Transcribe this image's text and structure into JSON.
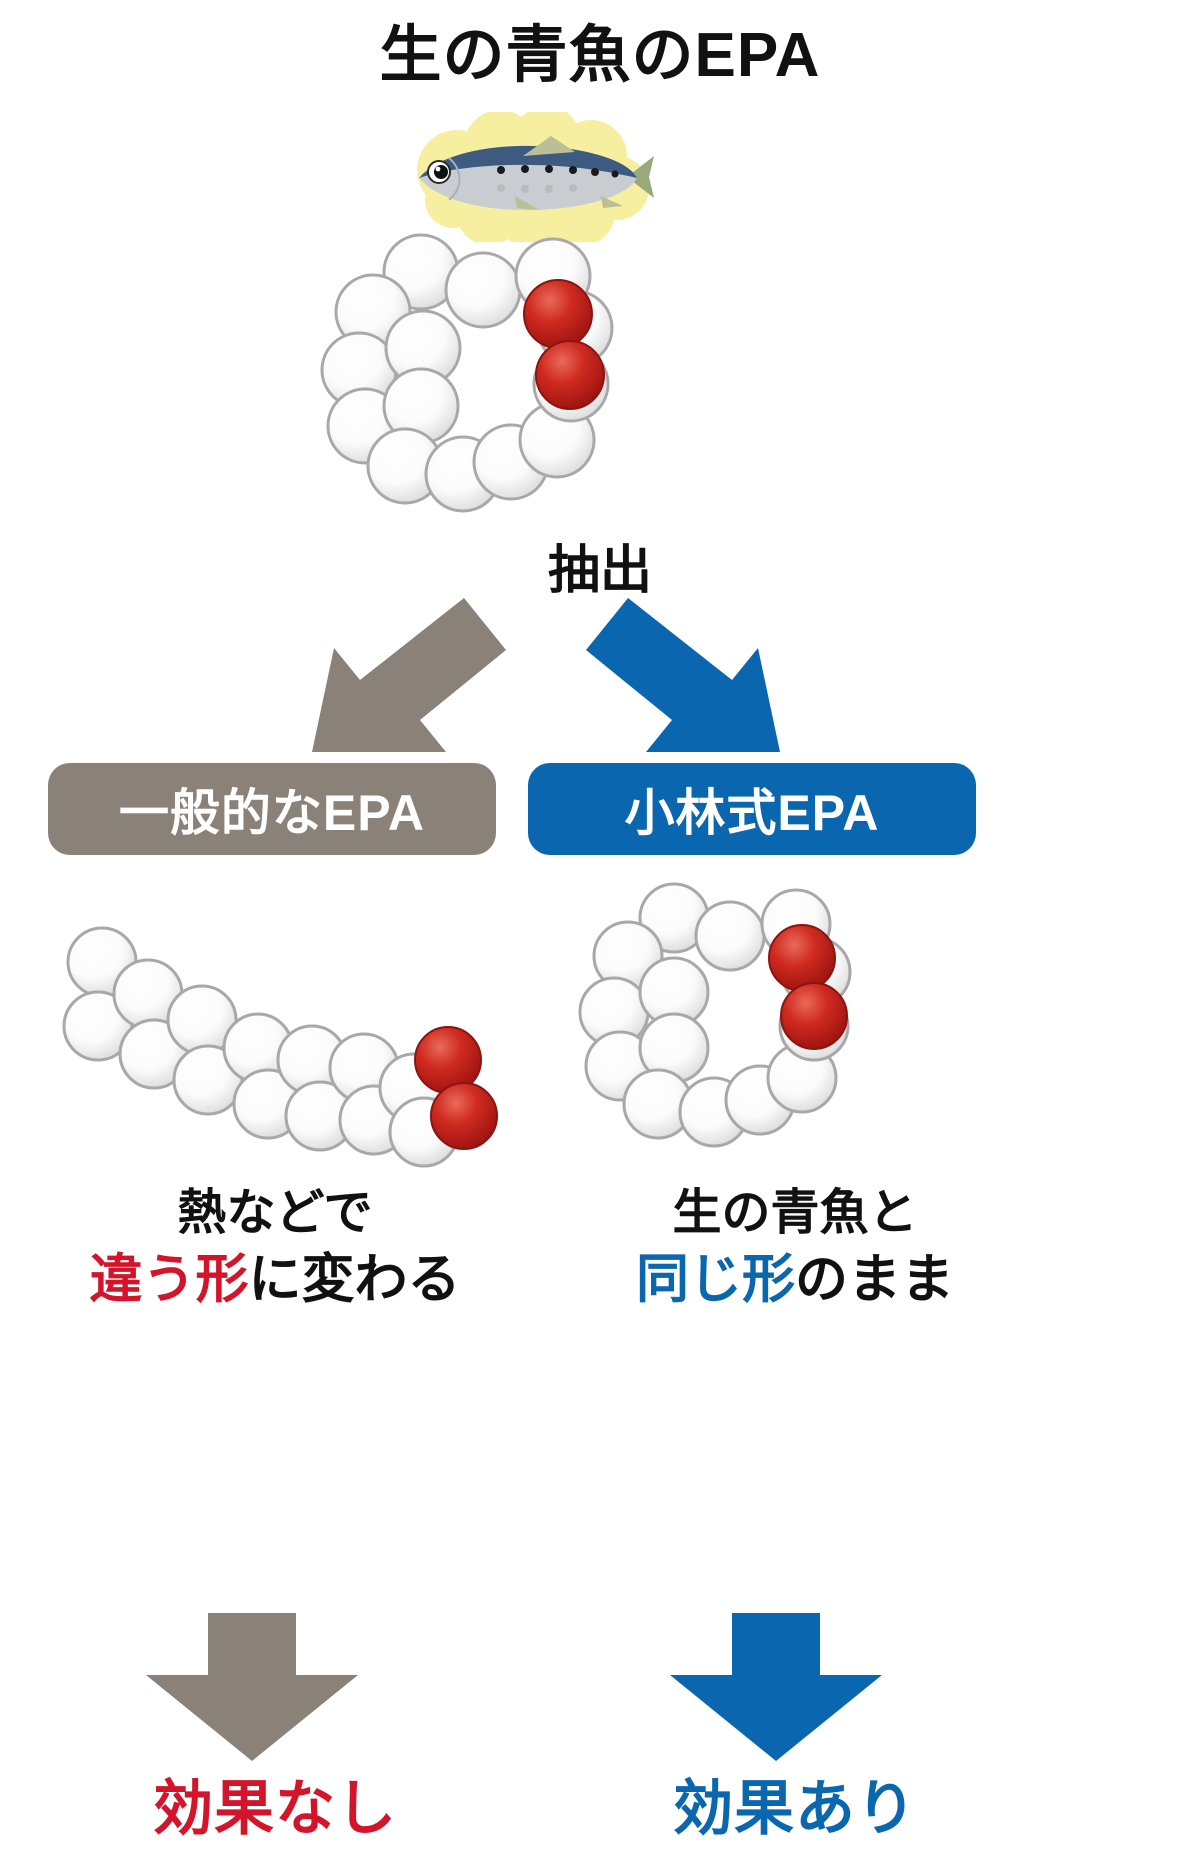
{
  "title": "生の青魚のEPA",
  "source_illustration": {
    "fish_icon": "blue-fish-icon",
    "cloud_icon": "yellow-cloud-icon",
    "molecule_icon": "ring-molecule-icon"
  },
  "extract_label": "抽出",
  "branches": [
    {
      "id": "general",
      "pill_label": "一般的なEPA",
      "pill_color": "#8a8178",
      "arrow_color": "#8a8178",
      "molecule_icon": "zigzag-chain-molecule-icon",
      "caption_line1": "熱などで",
      "caption_highlight": "違う形",
      "caption_rest": "に変わる",
      "highlight_color": "#d3142a",
      "result": "効果なし",
      "result_color": "#d3142a"
    },
    {
      "id": "kobayashi",
      "pill_label": "小林式EPA",
      "pill_color": "#0b66b0",
      "arrow_color": "#0b66b0",
      "molecule_icon": "ring-molecule-icon",
      "caption_line1": "生の青魚と",
      "caption_highlight": "同じ形",
      "caption_rest": "のまま",
      "highlight_color": "#0b66b0",
      "result": "効果あり",
      "result_color": "#0b66b0"
    }
  ],
  "colors": {
    "gray": "#8a8178",
    "blue": "#0b66b0",
    "red": "#d3142a",
    "sphere_white": "#f6f6f6",
    "sphere_outline": "#a8a8a8",
    "sphere_red": "#cc2222",
    "cloud_yellow": "#f7efa0",
    "text_black": "#111111"
  }
}
